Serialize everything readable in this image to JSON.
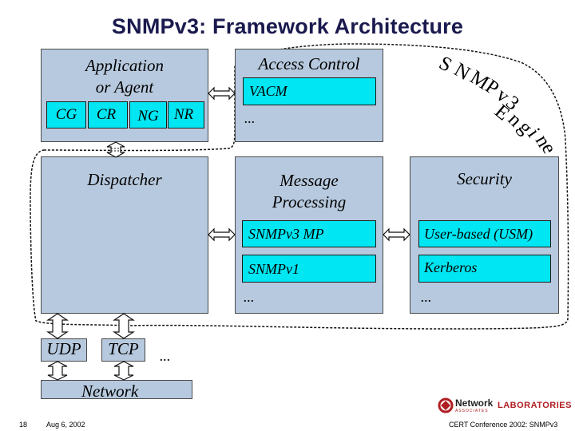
{
  "title": "SNMPv3: Framework Architecture",
  "app": {
    "line1": "Application",
    "line2": "or Agent",
    "cg": "CG",
    "cr": "CR",
    "ng": "NG",
    "nr": "NR"
  },
  "access_control": {
    "title": "Access Control",
    "vacm": "VACM",
    "more": "..."
  },
  "engine_label": [
    "S",
    "N",
    "M",
    "P",
    "v",
    "3",
    " ",
    "E",
    "n",
    "g",
    "i",
    "n",
    "e"
  ],
  "dispatcher": {
    "title": "Dispatcher",
    "udp": "UDP",
    "tcp": "TCP",
    "more": "...",
    "network": "Network"
  },
  "message_processing": {
    "line1": "Message",
    "line2": "Processing",
    "mp3": "SNMPv3 MP",
    "mp1": "SNMPv1",
    "more": "..."
  },
  "security": {
    "title": "Security",
    "usm": "User-based (USM)",
    "kerberos": "Kerberos",
    "more": "..."
  },
  "footer": {
    "page": "18",
    "date": "Aug 6, 2002",
    "conference": "CERT Conference 2002: SNMPv3",
    "logo_name": "Network",
    "logo_sub": "ASSOCIATES",
    "logo_labs": "LABORATORIES"
  },
  "colors": {
    "box": "#b7c9de",
    "module": "#00e6f2",
    "title": "#1a1a4e",
    "brand_red": "#b01e23"
  }
}
